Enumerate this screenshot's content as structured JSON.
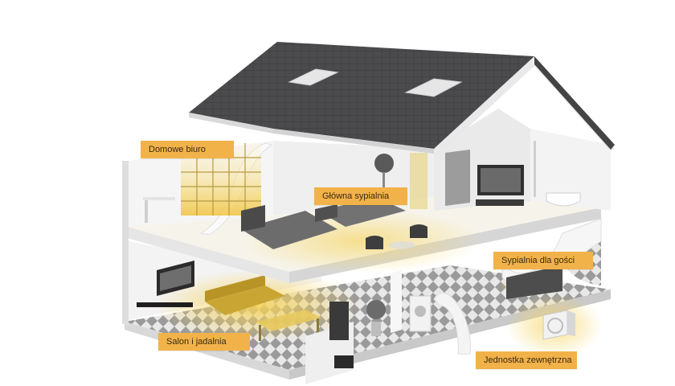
{
  "labels": {
    "office": "Domowe biuro",
    "master_bedroom": "Główna sypialnia",
    "guest_bedroom": "Sypialnia dla gości",
    "living_dining": "Salon i jadalnia",
    "outdoor_unit": "Jednostka zewnętrzna"
  },
  "colors": {
    "label_bg": "#f2b24a",
    "roof": "#4a4a4c",
    "wall": "#f4f4f4",
    "accent_glow": "#f1c94a"
  }
}
